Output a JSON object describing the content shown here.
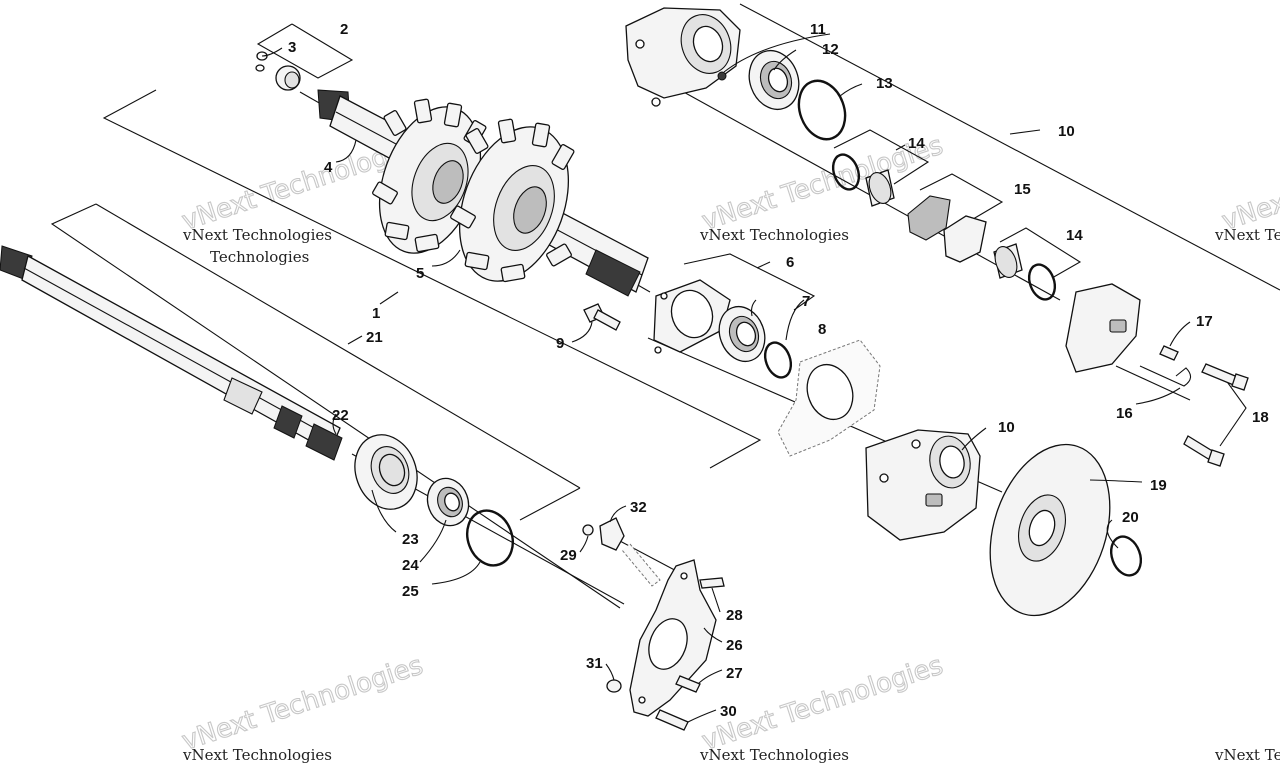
{
  "watermark": {
    "big_text": "vNext Technologies",
    "small_text": "vNext Technologies"
  },
  "callouts": {
    "c1": "1",
    "c2": "2",
    "c3": "3",
    "c4": "4",
    "c5": "5",
    "c6": "6",
    "c7": "7",
    "c8": "8",
    "c9": "9",
    "c10a": "10",
    "c10b": "10",
    "c11": "11",
    "c12": "12",
    "c13": "13",
    "c14a": "14",
    "c14b": "14",
    "c15": "15",
    "c16": "16",
    "c17": "17",
    "c18": "18",
    "c19": "19",
    "c20": "20",
    "c21": "21",
    "c22": "22",
    "c23": "23",
    "c24": "24",
    "c25": "25",
    "c26": "26",
    "c27": "27",
    "c28": "28",
    "c29": "29",
    "c30": "30",
    "c31": "31",
    "c32": "32"
  }
}
